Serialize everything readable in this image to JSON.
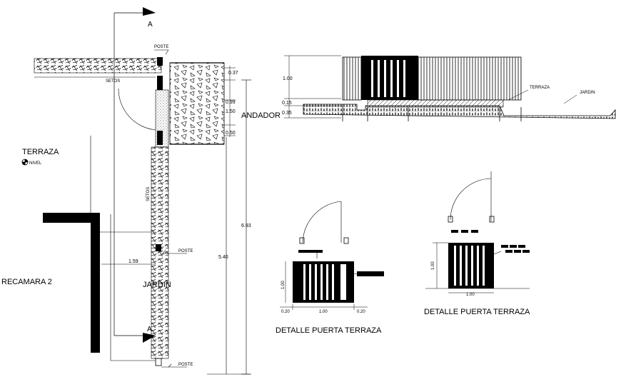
{
  "plan": {
    "section_marker": "A",
    "poste_top": "POSTE",
    "poste_mid": "POSTE",
    "poste_bottom": "POSTE",
    "setos_horizontal": "SETOS",
    "setos_vertical": "SETOS",
    "room_terraza": "TERRAZA",
    "nivel": "NIVEL",
    "room_recamara": "RECAMARA 2",
    "room_jardin": "JARDIN",
    "room_andador": "ANDADOR",
    "dim_037": "0.37",
    "dim_099": "0.99",
    "dim_150": "1.50",
    "dim_050": "0.50",
    "dim_693": "6.93",
    "dim_540": "5.40",
    "dim_159": "1.59"
  },
  "elevation": {
    "dim_100": "1.00",
    "dim_015": "0.15",
    "dim_035": "0.35",
    "terraza": "TERRAZA",
    "jardin": "JARDIN"
  },
  "detail_left": {
    "title": "DETALLE PUERTA TERRAZA",
    "dim_height": "1.00",
    "dim_left": "0.20",
    "dim_center": "1.00",
    "dim_right": "0.20"
  },
  "detail_right": {
    "title": "DETALLE PUERTA TERRAZA",
    "dim_height": "1.00",
    "dim_width": "1.00"
  }
}
